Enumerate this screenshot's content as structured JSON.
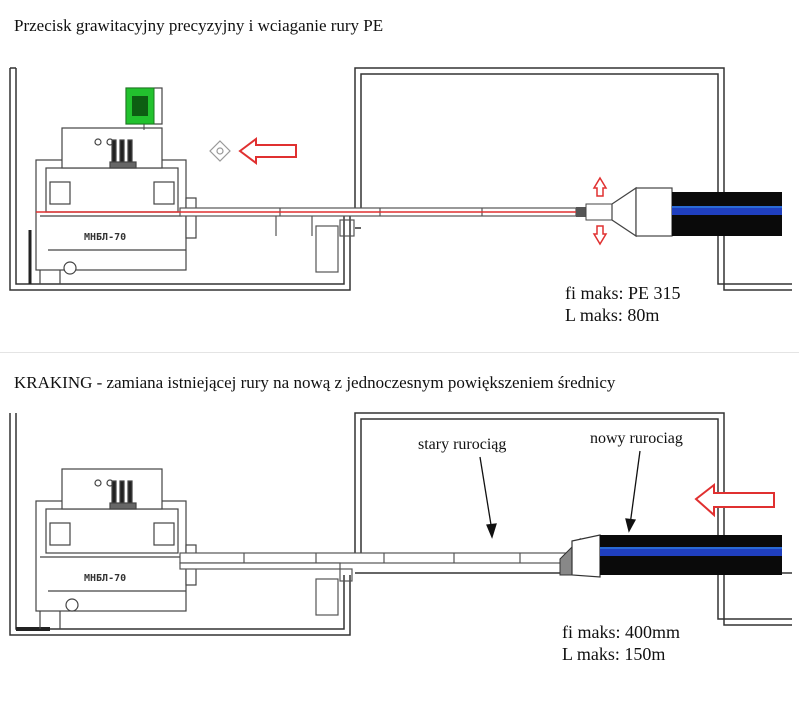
{
  "panels": {
    "top": {
      "title": "Przecisk grawitacyjny precyzyjny i wciaganie rury PE",
      "machine_label": "МНБЛ-70",
      "specs": [
        "fi maks: PE 315",
        "L maks: 80m"
      ]
    },
    "bottom": {
      "title": "KRAKING - zamiana istniejącej rury na nową z jednoczesnym powiększeniem średnicy",
      "machine_label": "МНБЛ-70",
      "callouts": {
        "old_pipe": "stary rurociąg",
        "new_pipe": "nowy rurociag"
      },
      "specs": [
        "fi maks: 400mm",
        "L maks: 150m"
      ]
    }
  },
  "colors": {
    "arrow": "#e03030",
    "laser": "#e03030",
    "pipe_blue": "#1f3fbf",
    "pipe_black": "#0a0a0a",
    "screen_green": "#22c22e",
    "line": "#333333"
  }
}
